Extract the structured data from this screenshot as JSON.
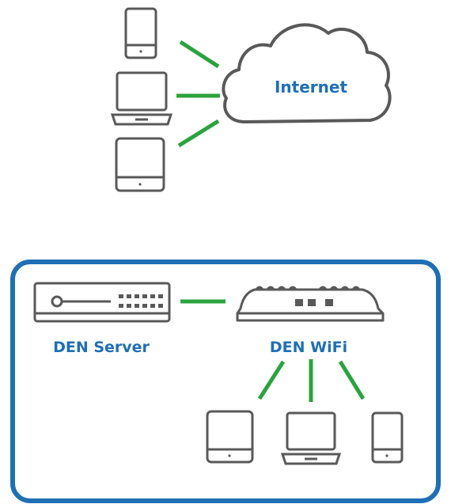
{
  "labels": {
    "cloud": "Internet",
    "server": "DEN Server",
    "wifi": "DEN WiFi"
  },
  "colors": {
    "device_stroke": "#595959",
    "link": "#2ba33e",
    "accent": "#1f6fb5",
    "background": "#ffffff"
  },
  "icons": {
    "top_devices": [
      "phone-icon",
      "laptop-icon",
      "tablet-icon"
    ],
    "cloud": "cloud-icon",
    "server": "server-icon",
    "router": "router-icon",
    "bottom_devices": [
      "tablet-icon",
      "laptop-icon",
      "phone-icon"
    ]
  }
}
